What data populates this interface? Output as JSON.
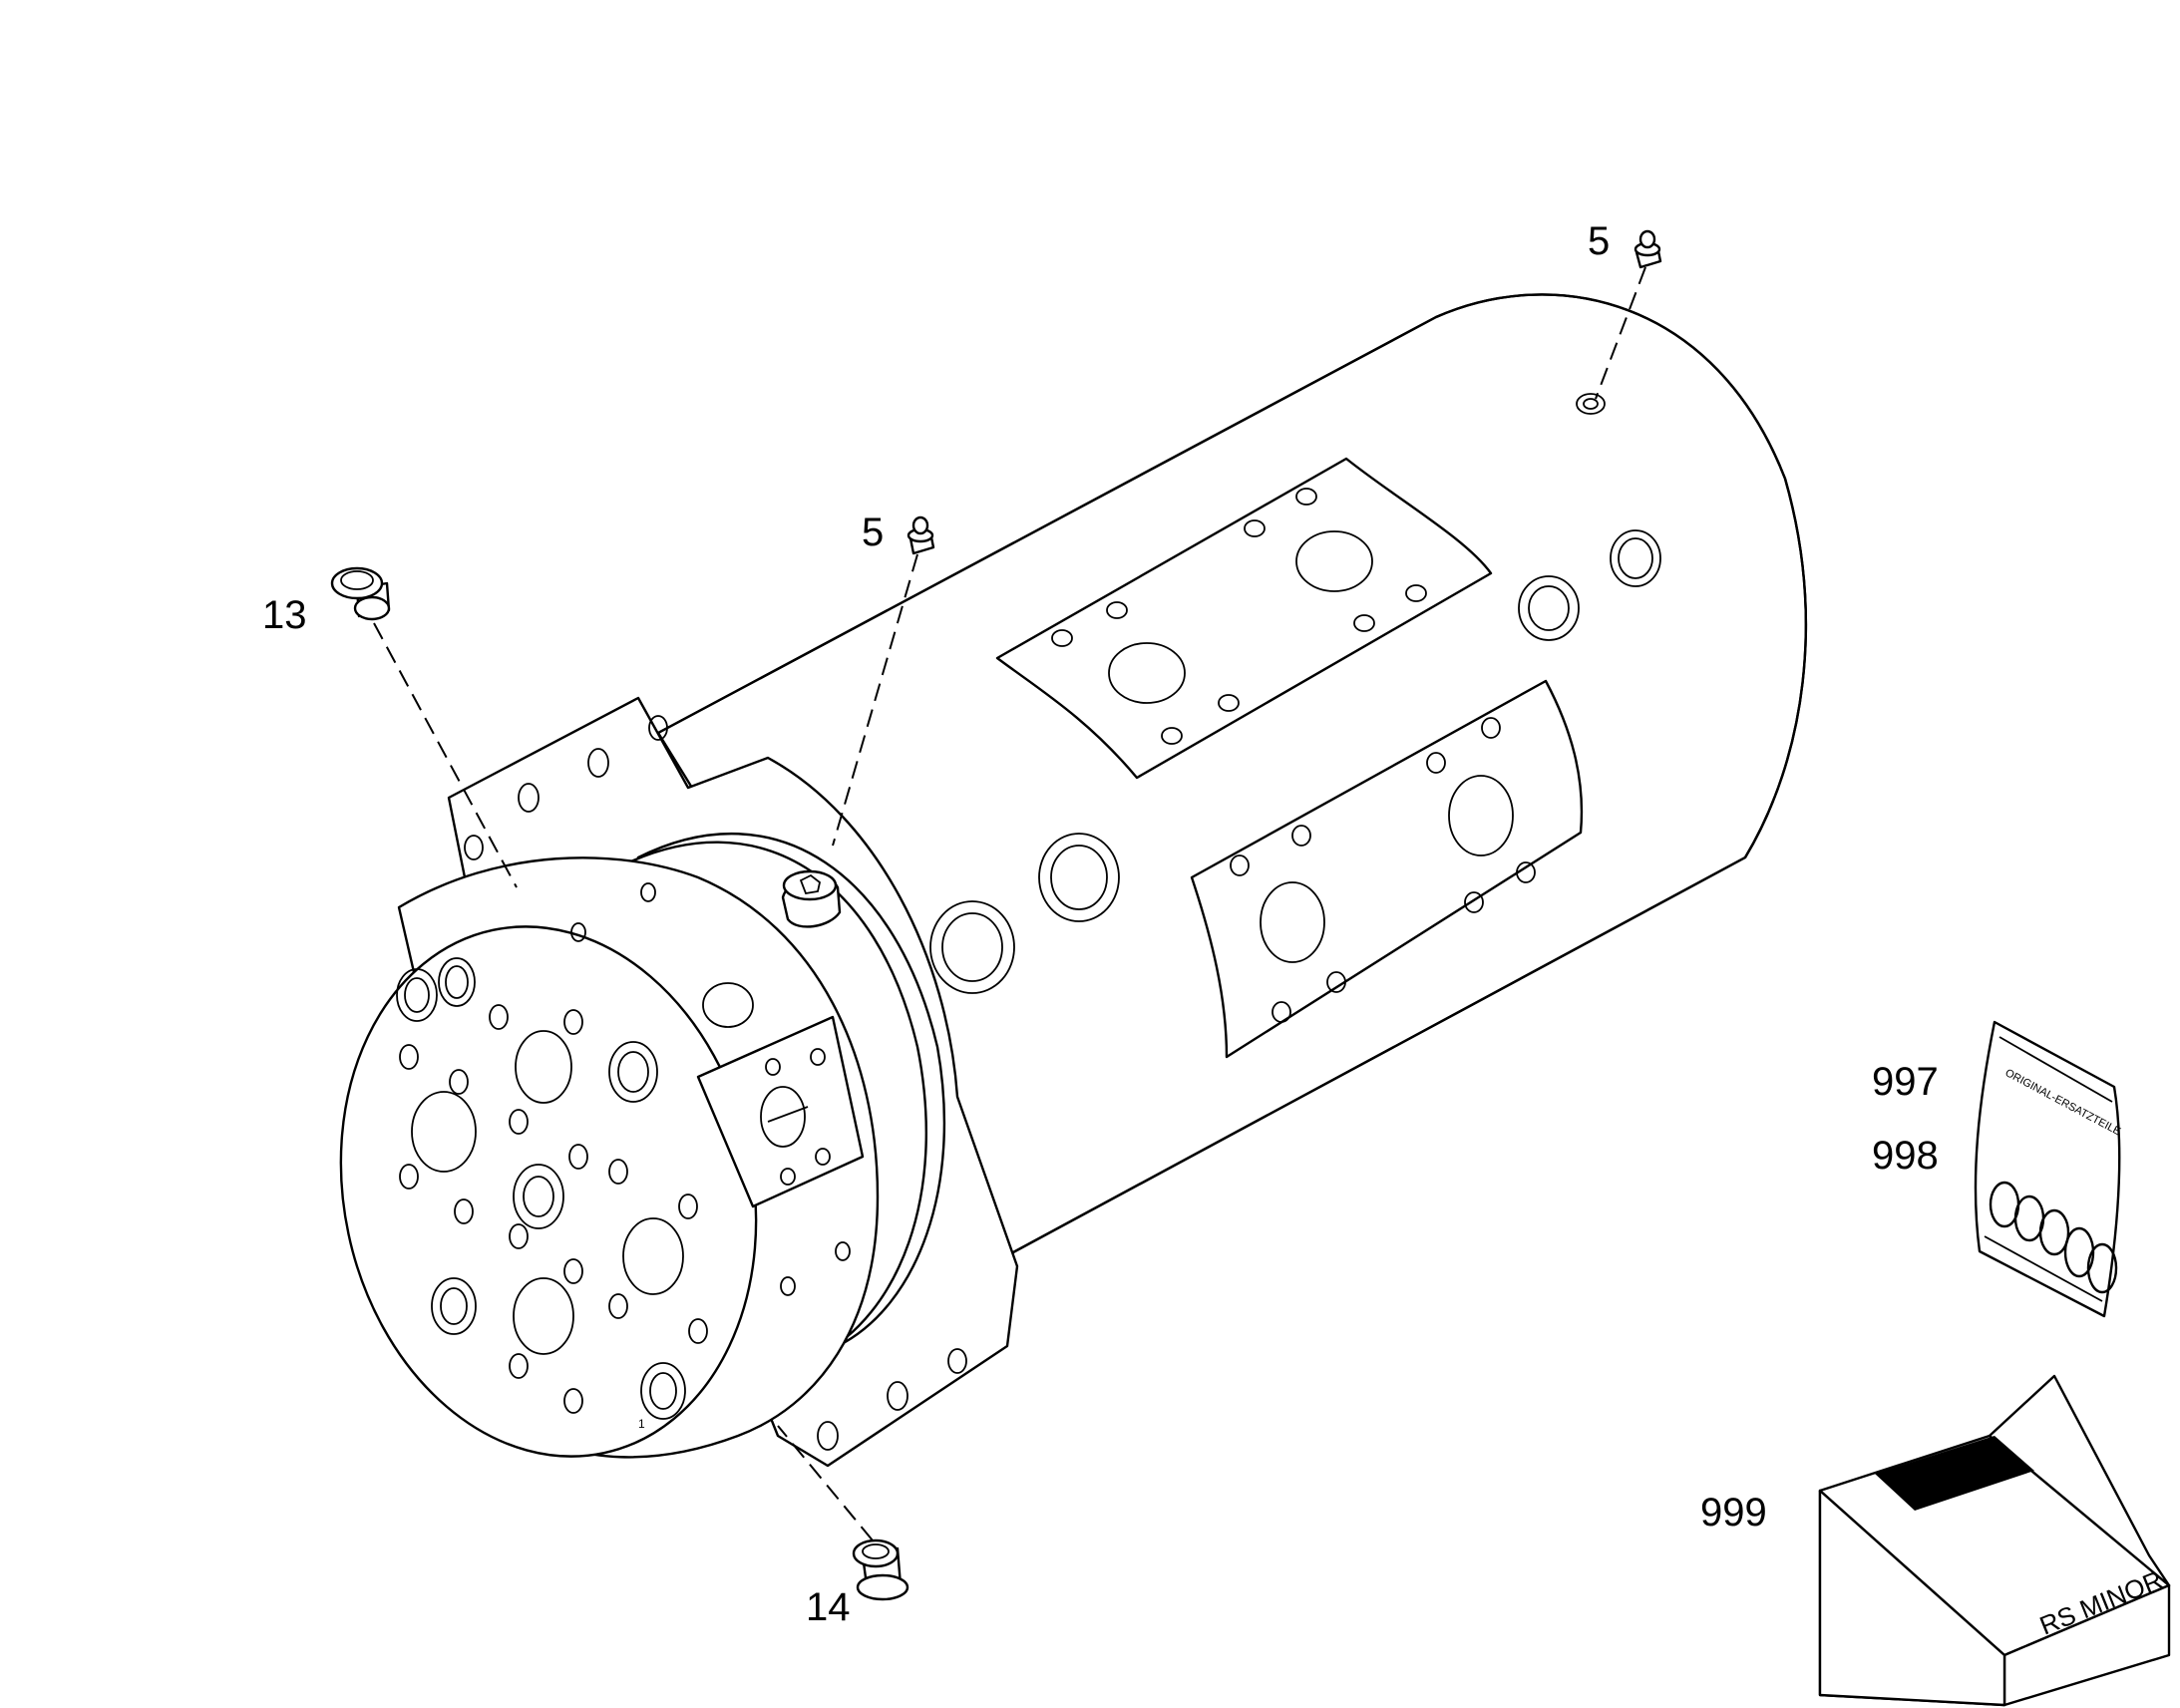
{
  "callouts": {
    "c5_top": "5",
    "c5_mid": "5",
    "c13": "13",
    "c14": "14",
    "c997": "997",
    "c998": "998",
    "c999": "999"
  },
  "box_label": "RS MINOR",
  "bag_label": "ORIGINAL-ERSATZTEILE",
  "face_mark": "1"
}
